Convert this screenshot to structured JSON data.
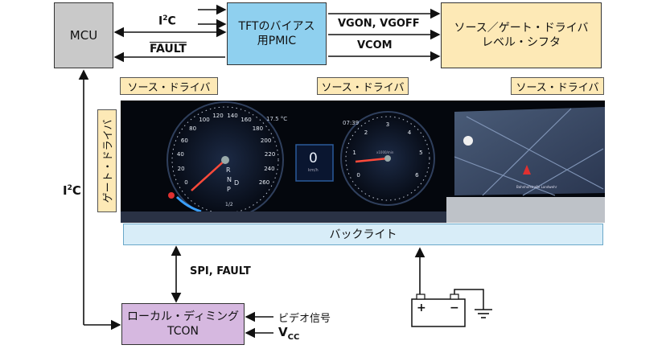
{
  "blocks": {
    "mcu": "MCU",
    "pmic_line1": "TFTのバイアス",
    "pmic_line2": "用PMIC",
    "srcgate_line1": "ソース／ゲート・ドライバ",
    "srcgate_line2": "レベル・シフタ",
    "source_driver_1": "ソース・ドライバ",
    "source_driver_2": "ソース・ドライバ",
    "source_driver_3": "ソース・ドライバ",
    "gate_driver": "ゲート・ドライバ",
    "backlight": "バックライト",
    "tcon_line1": "ローカル・ディミング",
    "tcon_line2": "TCON"
  },
  "signals": {
    "i2c_top_base": "I",
    "i2c_top_sup": "2",
    "i2c_top_tail": "C",
    "fault_top": "FAULT",
    "vgon_vgoff": "VGON, VGOFF",
    "vcom": "VCOM",
    "i2c_left_base": "I",
    "i2c_left_sup": "2",
    "i2c_left_tail": "C",
    "spi_fault": "SPI, FAULT",
    "video_signal": "ビデオ信号",
    "vcc_base": "V",
    "vcc_sub": "CC"
  },
  "dashboard": {
    "temp": "17.5 °C",
    "time": "07:39",
    "speed_value": "0",
    "speed_unit": "km/h",
    "gear_r": "R",
    "gear_n": "N",
    "gear_d": "D",
    "gear_p": "P",
    "speed_ticks": [
      "0",
      "20",
      "40",
      "60",
      "80",
      "100",
      "120",
      "140",
      "160",
      "180",
      "200",
      "220",
      "240",
      "260"
    ],
    "rpm_ticks": [
      "0",
      "1",
      "2",
      "3",
      "4",
      "5",
      "6"
    ],
    "rpm_unit": "x1000/min",
    "fuel_fraction": "1/2",
    "nav_caption": "Bahnhofstraße Landwehr"
  },
  "battery": {
    "plus": "+",
    "minus": "−"
  }
}
